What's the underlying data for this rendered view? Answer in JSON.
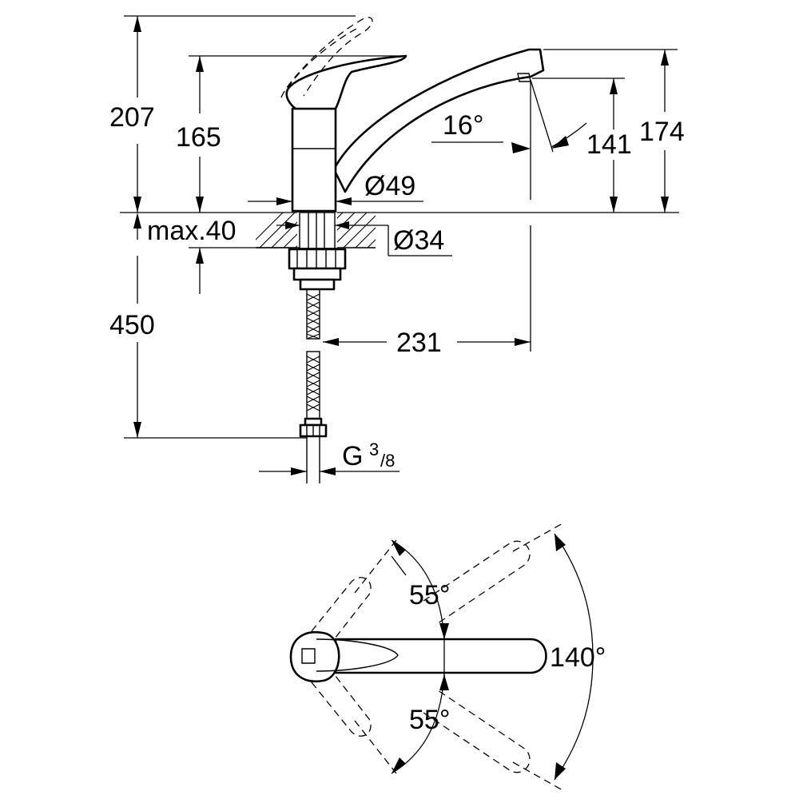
{
  "dimensions": {
    "total_height": "207",
    "lever_height": "165",
    "spout_height": "174",
    "outlet_height": "141",
    "spout_angle": "16°",
    "body_diameter": "Ø49",
    "thread_diameter": "Ø34",
    "max_thickness": "max.40",
    "hose_length": "450",
    "reach": "231",
    "connection_prefix": "G",
    "connection_num": "3",
    "connection_den": "/8",
    "swivel_total": "140°",
    "swivel_upper": "55°",
    "swivel_lower": "55°"
  }
}
